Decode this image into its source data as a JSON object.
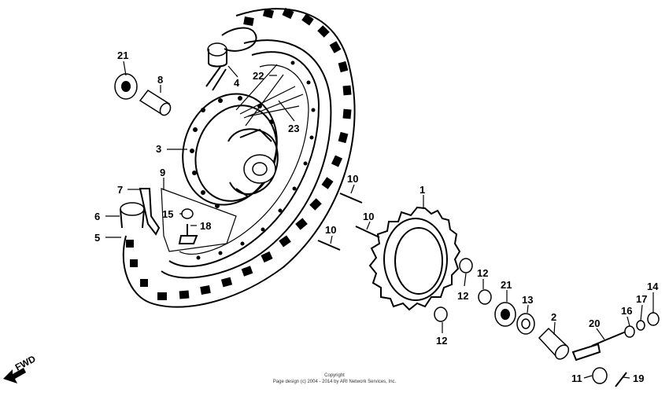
{
  "diagram": {
    "callouts": [
      {
        "id": "c21a",
        "label": "21"
      },
      {
        "id": "c8",
        "label": "8"
      },
      {
        "id": "c4",
        "label": "4"
      },
      {
        "id": "c22",
        "label": "22"
      },
      {
        "id": "c23",
        "label": "23"
      },
      {
        "id": "c3",
        "label": "3"
      },
      {
        "id": "c9",
        "label": "9"
      },
      {
        "id": "c7",
        "label": "7"
      },
      {
        "id": "c6",
        "label": "6"
      },
      {
        "id": "c5",
        "label": "5"
      },
      {
        "id": "c15",
        "label": "15"
      },
      {
        "id": "c18",
        "label": "18"
      },
      {
        "id": "c10a",
        "label": "10"
      },
      {
        "id": "c10b",
        "label": "10"
      },
      {
        "id": "c10c",
        "label": "10"
      },
      {
        "id": "c1",
        "label": "1"
      },
      {
        "id": "c12a",
        "label": "12"
      },
      {
        "id": "c12b",
        "label": "12"
      },
      {
        "id": "c12c",
        "label": "12"
      },
      {
        "id": "c21b",
        "label": "21"
      },
      {
        "id": "c13",
        "label": "13"
      },
      {
        "id": "c2",
        "label": "2"
      },
      {
        "id": "c20",
        "label": "20"
      },
      {
        "id": "c16",
        "label": "16"
      },
      {
        "id": "c17",
        "label": "17"
      },
      {
        "id": "c14",
        "label": "14"
      },
      {
        "id": "c11",
        "label": "11"
      },
      {
        "id": "c19",
        "label": "19"
      }
    ],
    "fwd_label": "FWD",
    "copyright_line1": "Copyright",
    "copyright_line2": "Page design (c) 2004 - 2014 by ARI Network Services, Inc."
  }
}
